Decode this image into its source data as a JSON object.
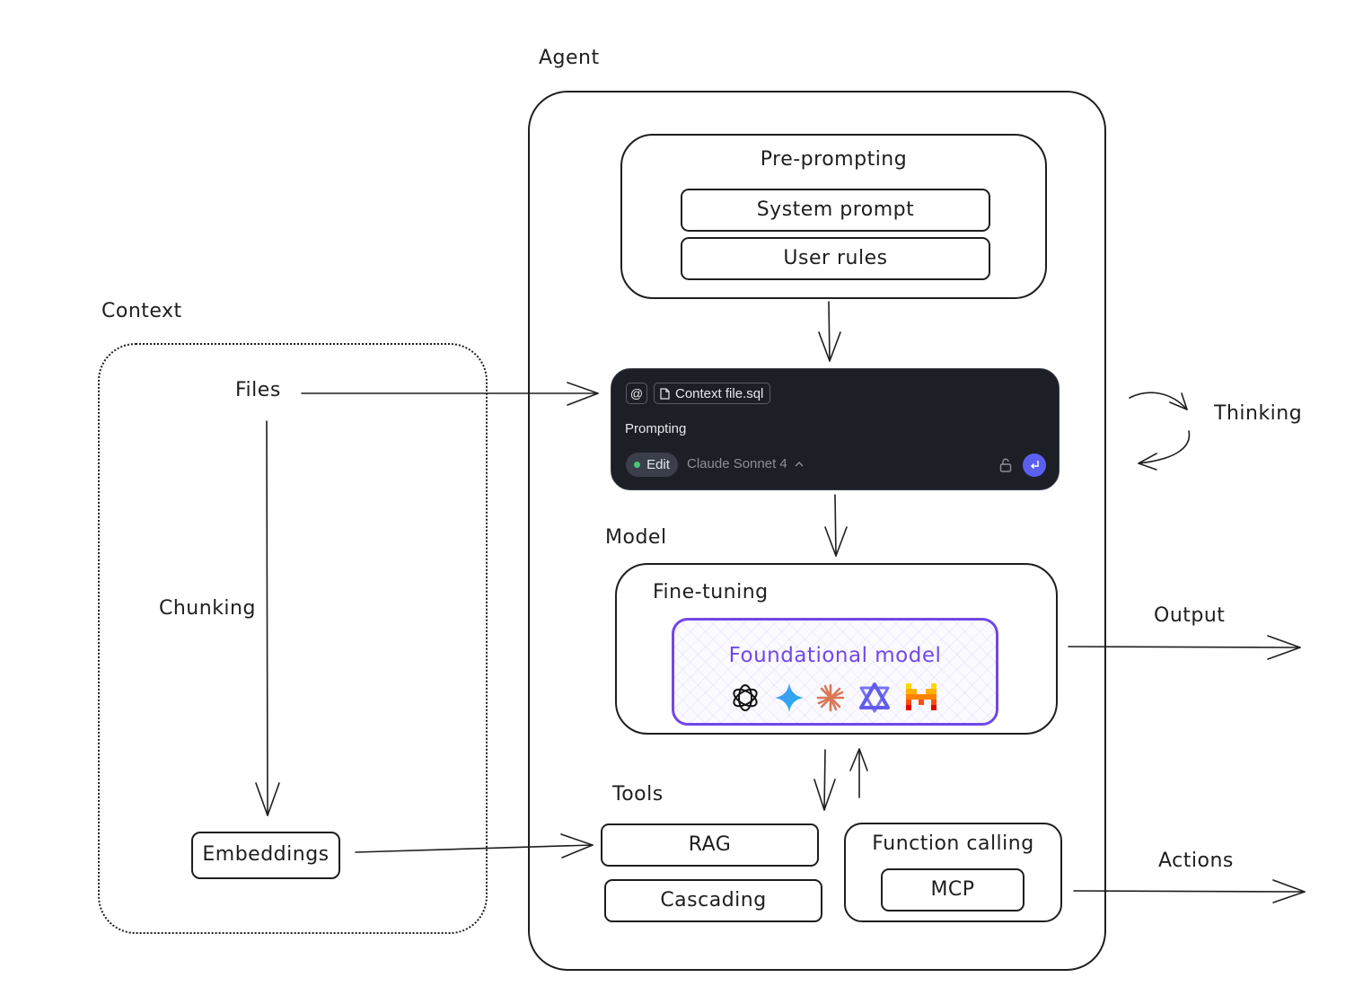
{
  "labels": {
    "agent": "Agent",
    "context": "Context",
    "model": "Model",
    "tools": "Tools",
    "thinking": "Thinking",
    "output": "Output",
    "actions": "Actions",
    "files": "Files",
    "chunking": "Chunking",
    "embeddings": "Embeddings"
  },
  "preprompting": {
    "title": "Pre-prompting",
    "items": [
      "System prompt",
      "User rules"
    ]
  },
  "prompt_card": {
    "at_symbol": "@",
    "file_chip": "Context file.sql",
    "prompt_text": "Prompting",
    "mode": "Edit",
    "model_name": "Claude Sonnet 4"
  },
  "model_box": {
    "title": "Fine-tuning",
    "foundational": "Foundational model",
    "logos": [
      "openai-logo",
      "gemini-logo",
      "claude-logo",
      "qwen-logo",
      "mistral-logo"
    ]
  },
  "tools_box": {
    "rag": "RAG",
    "cascading": "Cascading",
    "function_calling": "Function calling",
    "mcp": "MCP"
  },
  "colors": {
    "ink": "#1e1e1e",
    "accent": "#7048e8",
    "card_bg": "#1c1f26",
    "send": "#5b5fef"
  }
}
